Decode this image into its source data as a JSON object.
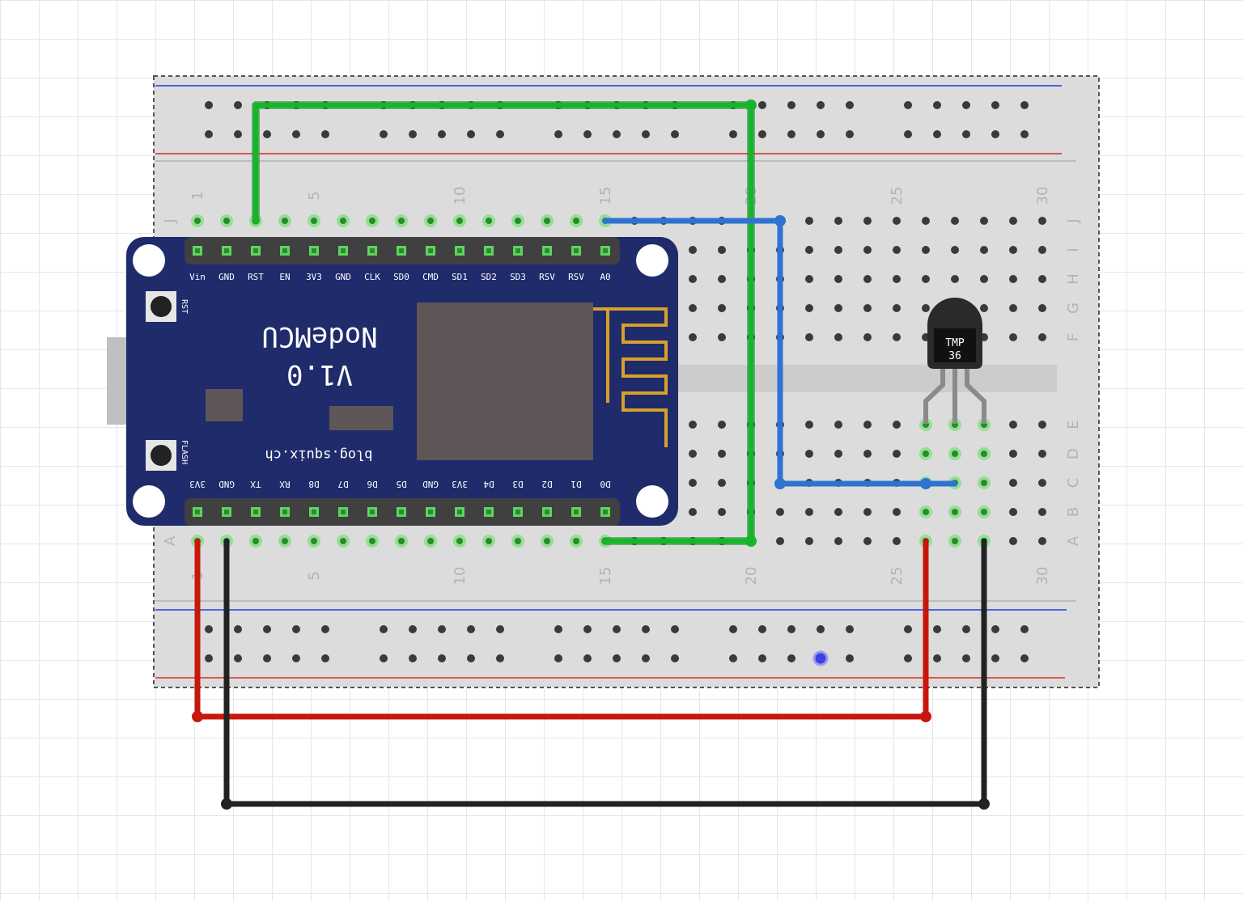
{
  "breadboard": {
    "column_numbers": [
      "1",
      "5",
      "10",
      "15",
      "20",
      "25",
      "30"
    ],
    "top_row_letters": [
      "J",
      "I",
      "H",
      "G",
      "F"
    ],
    "bottom_row_letters": [
      "E",
      "D",
      "C",
      "B",
      "A"
    ]
  },
  "nodemcu": {
    "title": "NodeMCU",
    "version": "V1.0",
    "subtitle": "blog.squix.ch",
    "button_rst": "RST",
    "button_flash": "FLASH",
    "top_pins": [
      "Vin",
      "GND",
      "RST",
      "EN",
      "3V3",
      "GND",
      "CLK",
      "SD0",
      "CMD",
      "SD1",
      "SD2",
      "SD3",
      "RSV",
      "RSV",
      "A0"
    ],
    "bottom_pins": [
      "3V3",
      "GND",
      "TX",
      "RX",
      "D8",
      "D7",
      "D6",
      "D5",
      "GND",
      "3V3",
      "D4",
      "D3",
      "D2",
      "D1",
      "D0"
    ]
  },
  "sensor": {
    "label_line1": "TMP",
    "label_line2": "36"
  },
  "wires": [
    {
      "name": "rst-wire",
      "color": "#16b52c"
    },
    {
      "name": "a0-signal-wire",
      "color": "#2f73d1"
    },
    {
      "name": "d0-wire",
      "color": "#16b52c"
    },
    {
      "name": "power-3v3-wire",
      "color": "#c8160c"
    },
    {
      "name": "ground-wire",
      "color": "#222222"
    }
  ],
  "colors": {
    "breadboard": "#dcdcdc",
    "board_pcb": "#1f2b6b",
    "chip_shield": "#5e5657",
    "antenna": "#d6a02a",
    "connected_hole": "#7be07b"
  }
}
